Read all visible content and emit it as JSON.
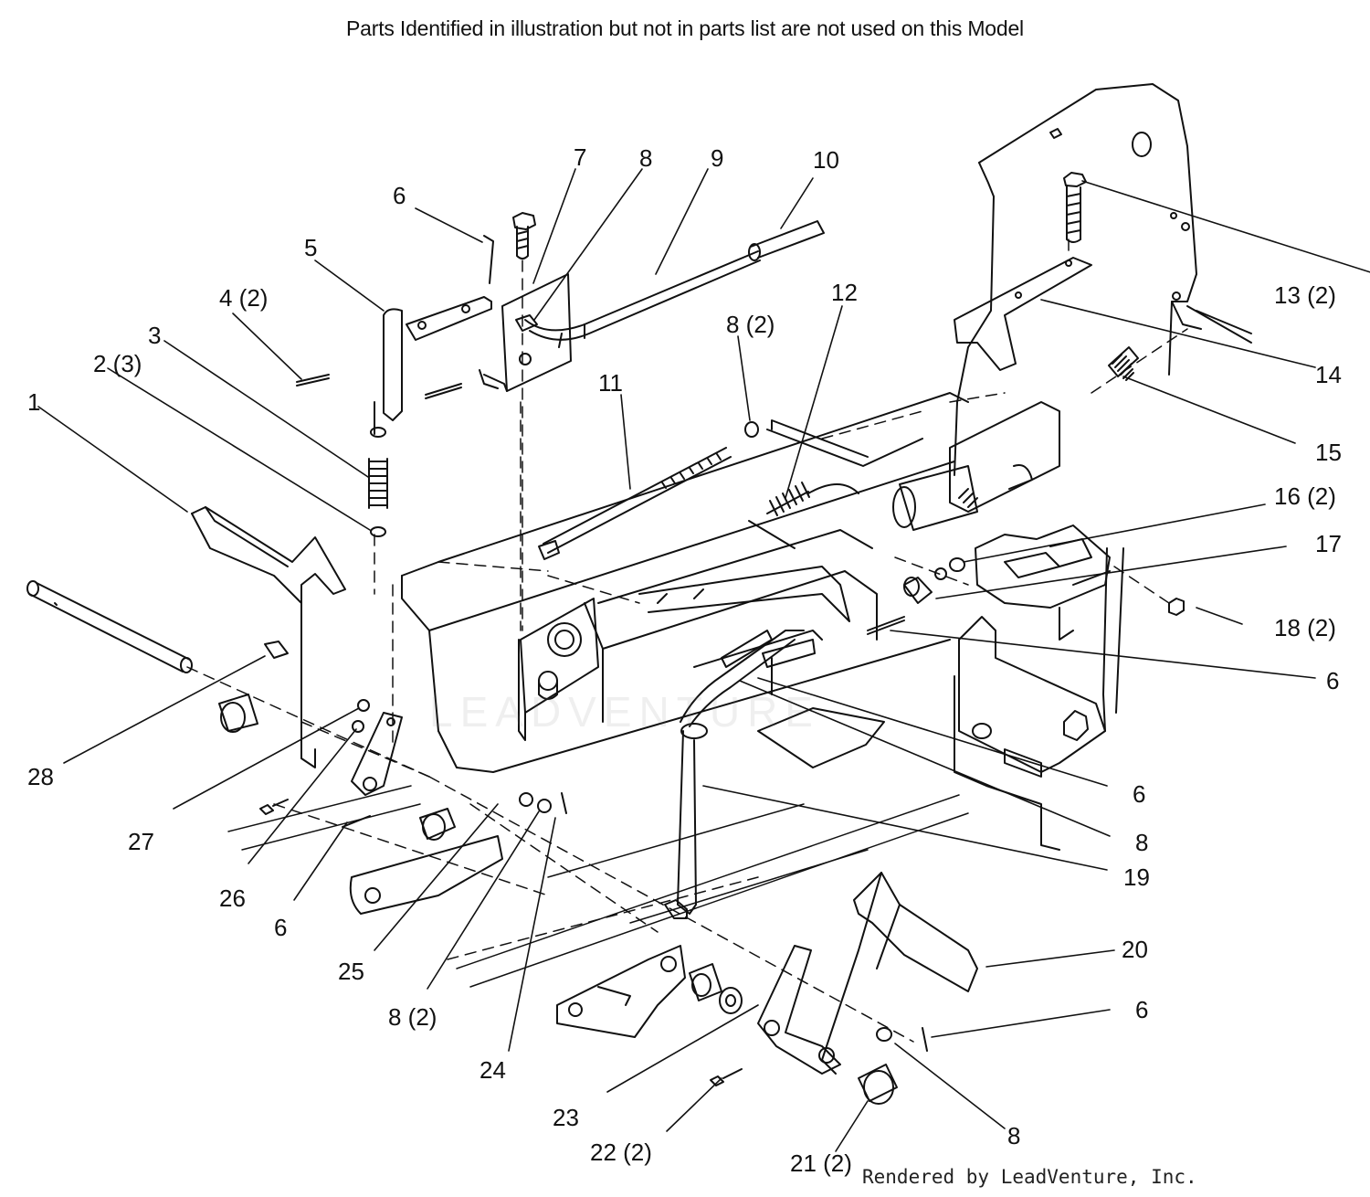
{
  "header_note": "Parts Identified  in illustration but not in parts list are not used on this Model",
  "credit": "Rendered by LeadVenture, Inc.",
  "watermark": "LEADVENTURE",
  "callouts": {
    "c1": "1",
    "c2": "2 (3)",
    "c3": "3",
    "c4": "4 (2)",
    "c5": "5",
    "c6_top": "6",
    "c7": "7",
    "c8_top": "8",
    "c9": "9",
    "c10": "10",
    "c11": "11",
    "c8_2_mid": "8 (2)",
    "c12": "12",
    "c13": "13 (2)",
    "c14": "14",
    "c15": "15",
    "c16": "16 (2)",
    "c17": "17",
    "c18": "18 (2)",
    "c6_right_a": "6",
    "c6_right_b": "6",
    "c8_right": "8",
    "c19": "19",
    "c20": "20",
    "c6_right_c": "6",
    "c8_bottom_right": "8",
    "c21": "21 (2)",
    "c22": "22 (2)",
    "c23": "23",
    "c24": "24",
    "c8_2_bottom": "8 (2)",
    "c25": "25",
    "c6_left": "6",
    "c26": "26",
    "c27": "27",
    "c28": "28"
  },
  "colors": {
    "ink": "#111111",
    "background": "#ffffff"
  }
}
